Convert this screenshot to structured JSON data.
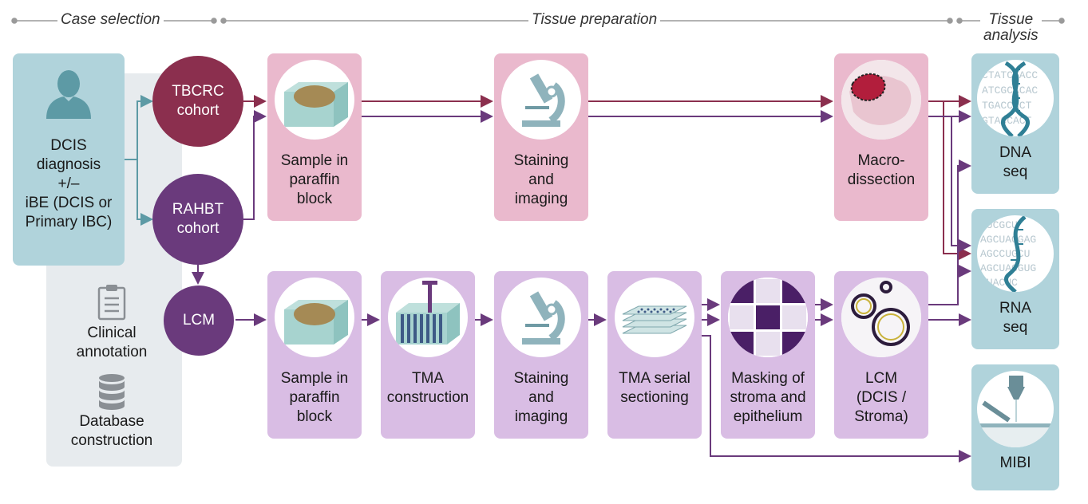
{
  "phases": {
    "case_selection": "Case selection",
    "tissue_preparation": "Tissue preparation",
    "tissue_analysis": "Tissue\nanalysis"
  },
  "diagnosis": {
    "text": "DCIS\ndiagnosis\n+/–\niBE (DCIS or\nPrimary IBC)",
    "icon": "person-icon"
  },
  "cohorts": {
    "tbcrc": "TBCRC\ncohort",
    "rahbt": "RAHBT\ncohort",
    "lcm": "LCM"
  },
  "sidebar": {
    "clinical": "Clinical\nannotation",
    "database": "Database\nconstruction"
  },
  "top_row": {
    "sample": "Sample in\nparaffin\nblock",
    "staining": "Staining\nand\nimaging",
    "macro": "Macro-\ndissection"
  },
  "bottom_row": {
    "sample": "Sample in\nparaffin\nblock",
    "tma": "TMA\nconstruction",
    "staining": "Staining\nand\nimaging",
    "serial": "TMA serial\nsectioning",
    "masking": "Masking of\nstroma and\nepithelium",
    "lcm": "LCM\n(DCIS /\nStroma)"
  },
  "analysis": {
    "dna": "DNA\nseq",
    "rna": "RNA\nseq",
    "mibi": "MIBI",
    "dna_letters": [
      "CTATCGACC",
      "ATCGCACAC",
      "TGACCACT",
      "GTACCACT"
    ],
    "rna_letters": [
      "GUCGCU",
      "AGCUACGAG",
      "AGCCUGCU",
      "AGCUACGUG",
      "GUACUC"
    ]
  },
  "colors": {
    "tbcrc": "#8b2f4e",
    "rahbt": "#6a3a7c",
    "teal_box": "#b0d3db",
    "pink_box": "#eab9cd",
    "lavender_box": "#d9bde4",
    "arrow_teal": "#5d9aa5"
  }
}
